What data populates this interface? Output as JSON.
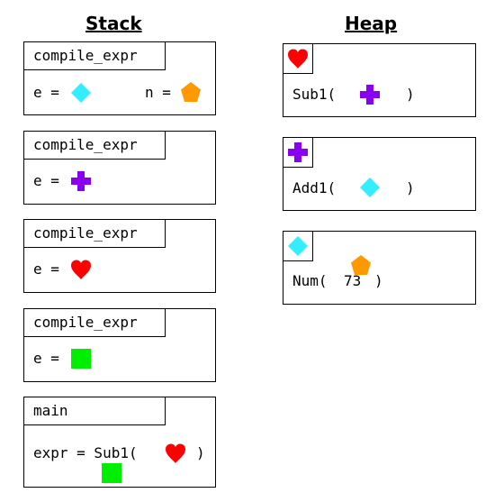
{
  "headings": {
    "stack": "Stack",
    "heap": "Heap"
  },
  "colors": {
    "diamond": "#33eeff",
    "pentagon": "#ff9900",
    "plus": "#8800ee",
    "heart": "#ff0000",
    "square": "#00ee00"
  },
  "stack": [
    {
      "title": "compile_expr",
      "vars": [
        {
          "label": "e =",
          "value_icon": "diamond-icon"
        },
        {
          "label": "n =",
          "value_icon": "pentagon-icon"
        }
      ]
    },
    {
      "title": "compile_expr",
      "vars": [
        {
          "label": "e =",
          "value_icon": "plus-icon"
        }
      ]
    },
    {
      "title": "compile_expr",
      "vars": [
        {
          "label": "e =",
          "value_icon": "heart-icon"
        }
      ]
    },
    {
      "title": "compile_expr",
      "vars": [
        {
          "label": "e =",
          "value_icon": "square-icon"
        }
      ]
    },
    {
      "title": "main",
      "vars": [
        {
          "label": "expr = Sub1(",
          "value_icon": "heart-icon",
          "close": ")",
          "below_icon": "square-icon"
        }
      ]
    }
  ],
  "heap": [
    {
      "tag_icon": "heart-icon",
      "ctor": "Sub1(",
      "arg_icon": "plus-icon",
      "close": ")"
    },
    {
      "tag_icon": "plus-icon",
      "ctor": "Add1(",
      "arg_icon": "diamond-icon",
      "close": ")"
    },
    {
      "tag_icon": "diamond-icon",
      "ctor": "Num(",
      "value": "73",
      "close": ")",
      "overlay_icon": "pentagon-icon"
    }
  ]
}
